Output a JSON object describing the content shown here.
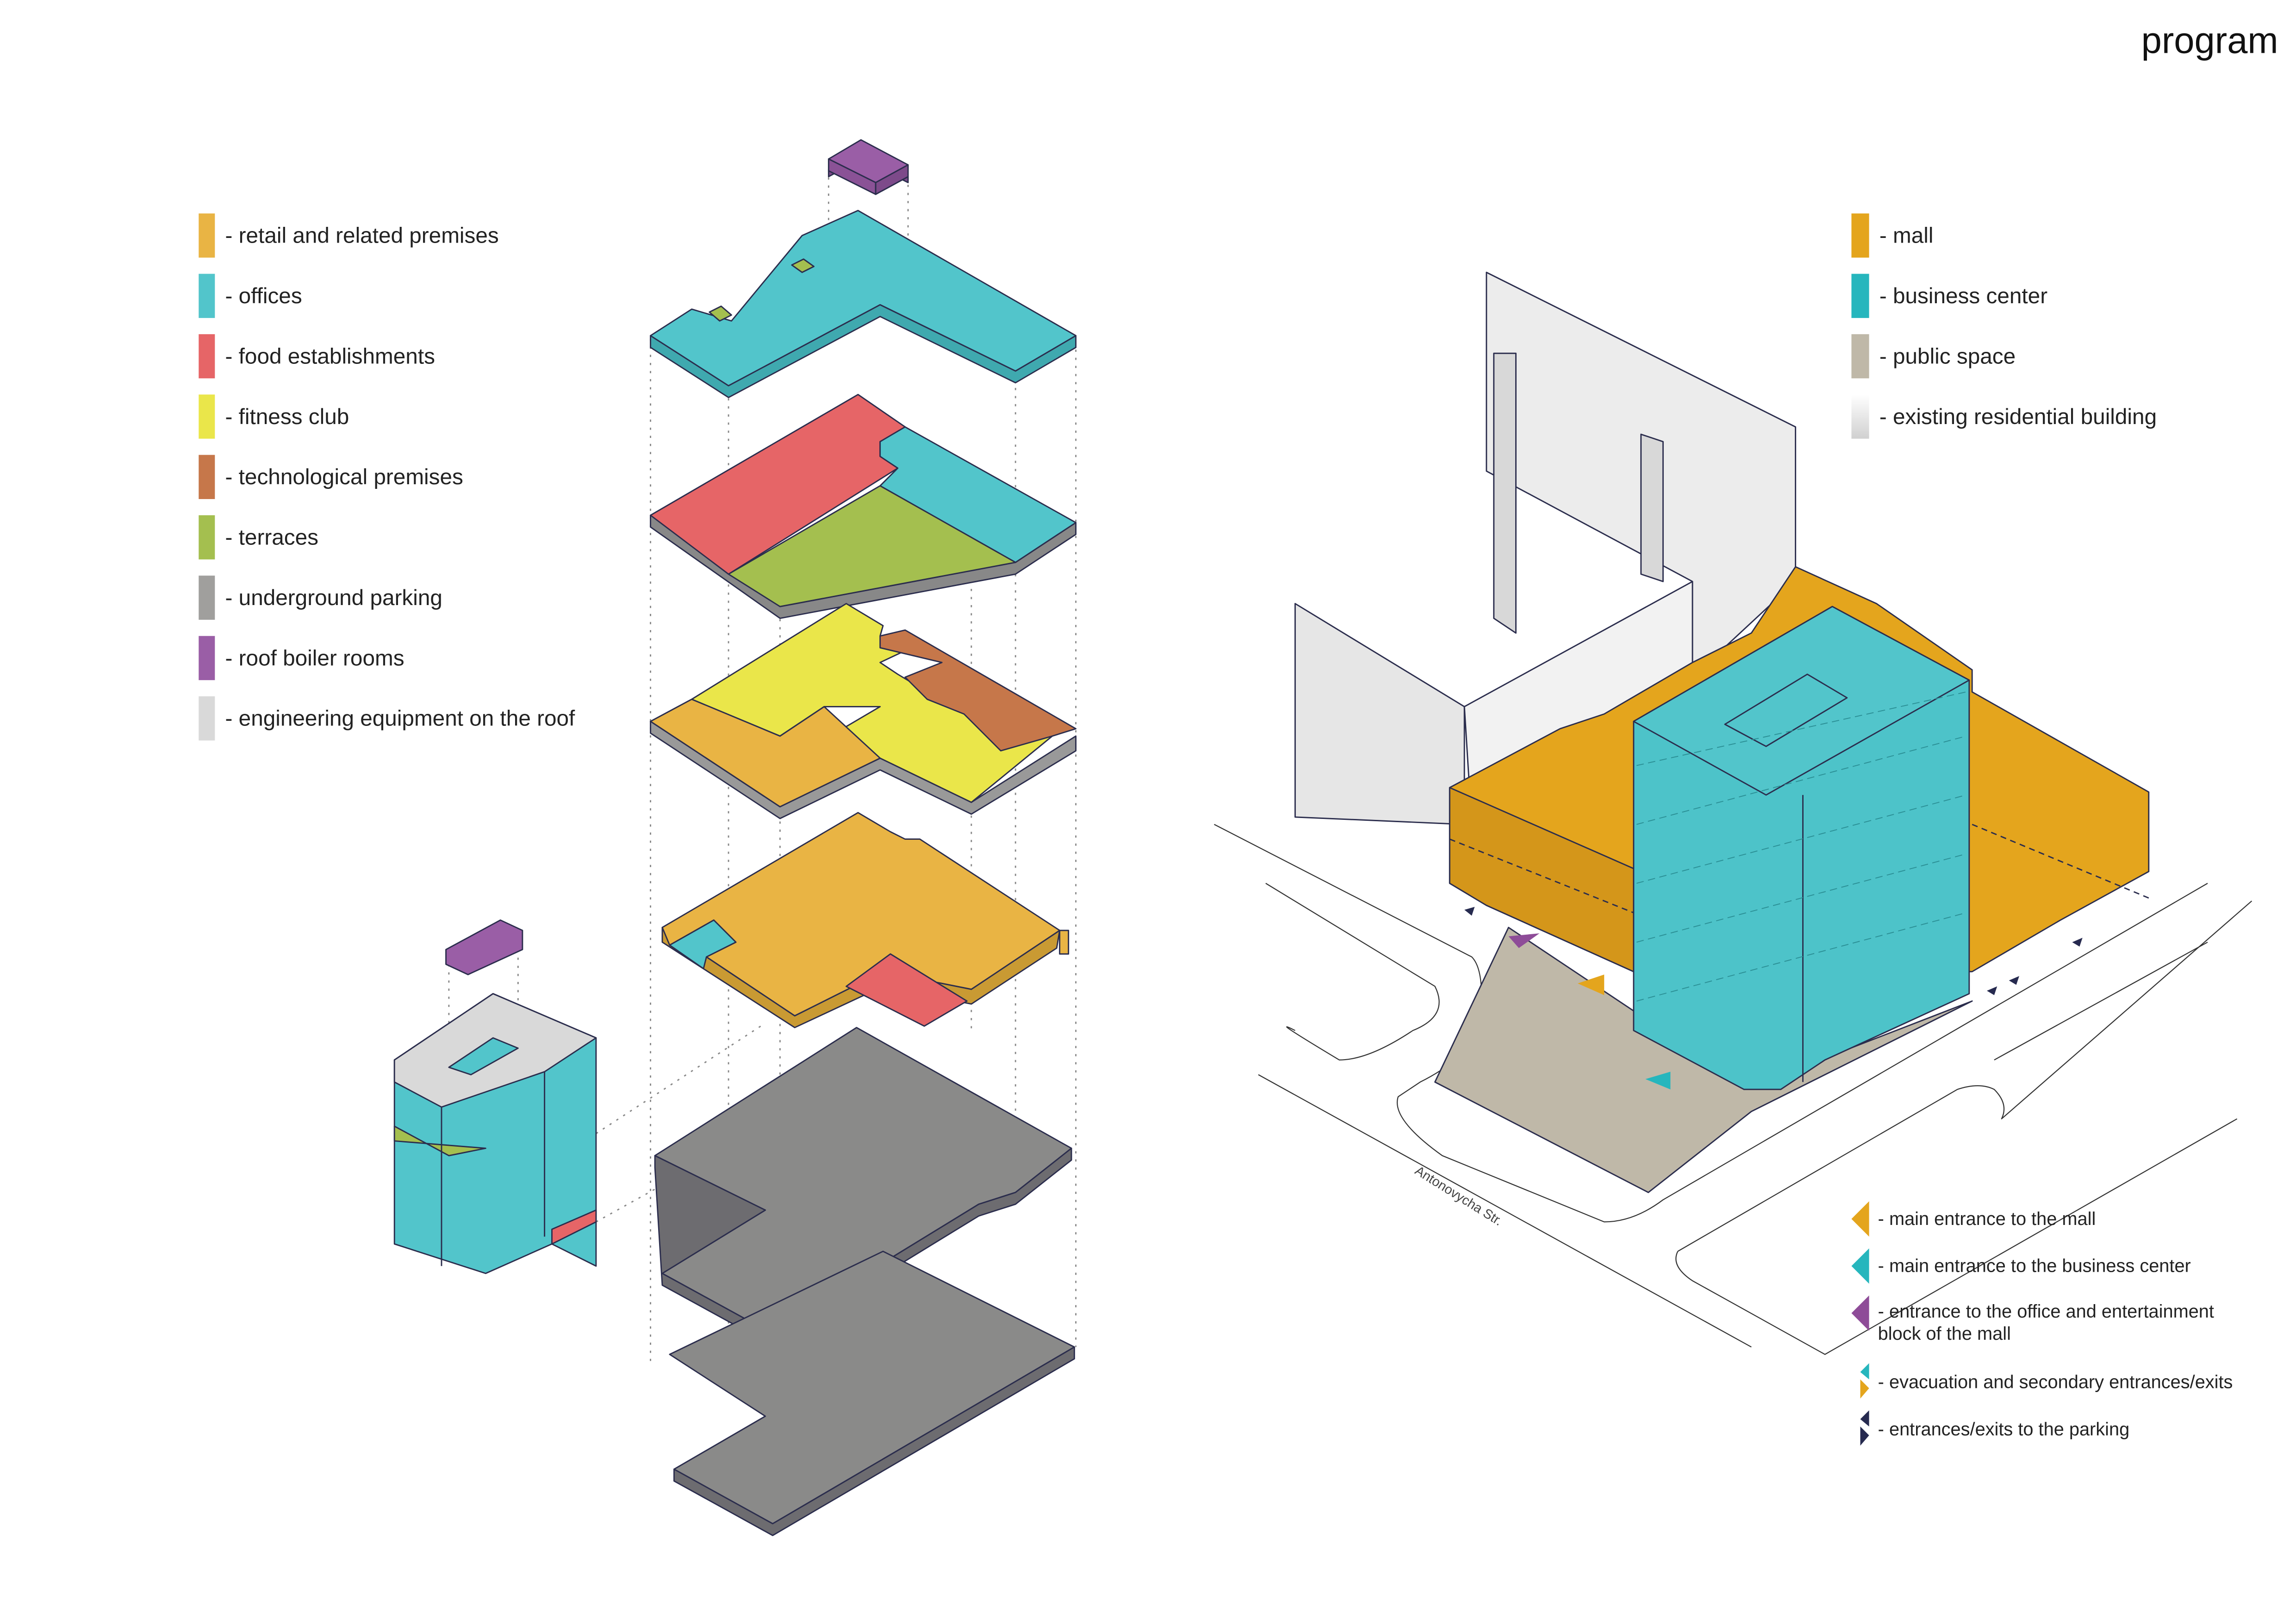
{
  "title": "program",
  "left_legend": [
    {
      "label": "- retail and related premises",
      "color": "#e9b444"
    },
    {
      "label": "- offices",
      "color": "#52c5cb"
    },
    {
      "label": "- food establishments",
      "color": "#e66567"
    },
    {
      "label": "- fitness club",
      "color": "#eae64a"
    },
    {
      "label": "- technological premises",
      "color": "#c6774a"
    },
    {
      "label": "- terraces",
      "color": "#a4bf4f"
    },
    {
      "label": "- underground parking",
      "color": "#a09f9d"
    },
    {
      "label": "- roof boiler rooms",
      "color": "#9a5ea6"
    },
    {
      "label": "- engineering equipment on the roof",
      "color": "#d9d9d9"
    }
  ],
  "right_legend": [
    {
      "label": "- mall",
      "color": "#e4a51d"
    },
    {
      "label": "- business center",
      "color": "#26b6bd"
    },
    {
      "label": "- public space",
      "color": "#bfb8a8"
    },
    {
      "label": "- existing residential building",
      "color": "#e0e0e0"
    }
  ],
  "entrances_legend": [
    {
      "label": "- main entrance to the mall",
      "icon": "mall-entrance-triangle-icon",
      "color": "#e4a51d"
    },
    {
      "label": "- main entrance to the business center",
      "icon": "business-entrance-triangle-icon",
      "color": "#26b6bd"
    },
    {
      "label": "- entrance to the office and entertainment block of the mall",
      "icon": "office-entertainment-entrance-triangle-icon",
      "color": "#8e4c98"
    },
    {
      "label": "- evacuation and secondary entrances/exits",
      "icon": "evacuation-exit-icon",
      "color": "#26b6bd",
      "color2": "#e4a51d"
    },
    {
      "label": "- entrances/exits to the parking",
      "icon": "parking-exit-icon",
      "color": "#262a4f"
    }
  ],
  "street_label": "Antonovycha Str."
}
